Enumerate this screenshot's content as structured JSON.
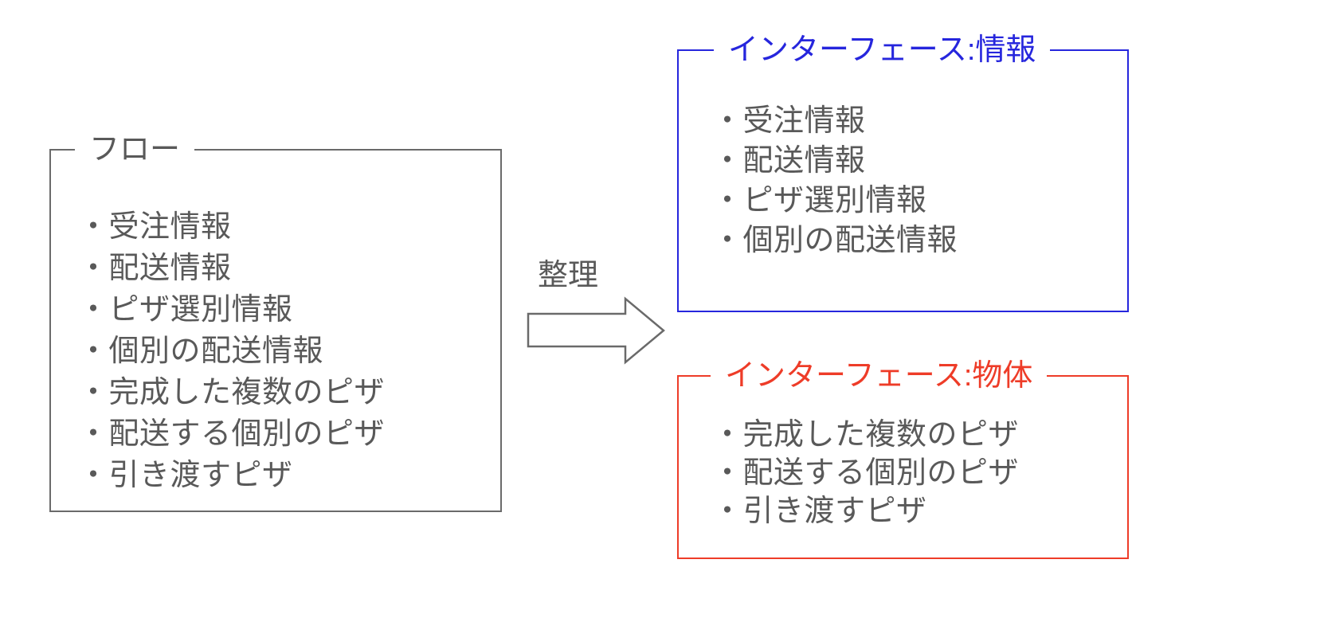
{
  "bullet": "・",
  "colors": {
    "text_gray": "#595959",
    "line_gray": "#6a6a6a",
    "blue": "#2626dd",
    "red": "#ee3c28"
  },
  "flow_box": {
    "title": "フロー",
    "items": [
      "受注情報",
      "配送情報",
      "ピザ選別情報",
      "個別の配送情報",
      "完成した複数のピザ",
      "配送する個別のピザ",
      "引き渡すピザ"
    ]
  },
  "arrow": {
    "label": "整理"
  },
  "info_box": {
    "title": "インターフェース:情報",
    "items": [
      "受注情報",
      "配送情報",
      "ピザ選別情報",
      "個別の配送情報"
    ]
  },
  "object_box": {
    "title": "インターフェース:物体",
    "items": [
      "完成した複数のピザ",
      "配送する個別のピザ",
      "引き渡すピザ"
    ]
  }
}
